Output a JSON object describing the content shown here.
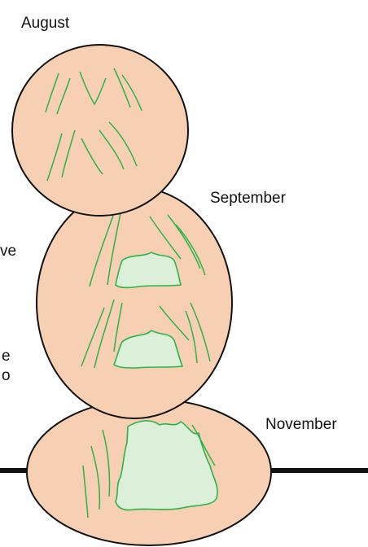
{
  "colors": {
    "disc_fill": "#f7d0b3",
    "outline": "#111111",
    "line_green": "#2bb34a",
    "region_fill": "#dcefd8",
    "ground": "#111111"
  },
  "labels": {
    "august": "August",
    "september": "September",
    "november": "November"
  },
  "clipped_text": {
    "line1": "ve",
    "line2": "e",
    "line3": "o"
  }
}
